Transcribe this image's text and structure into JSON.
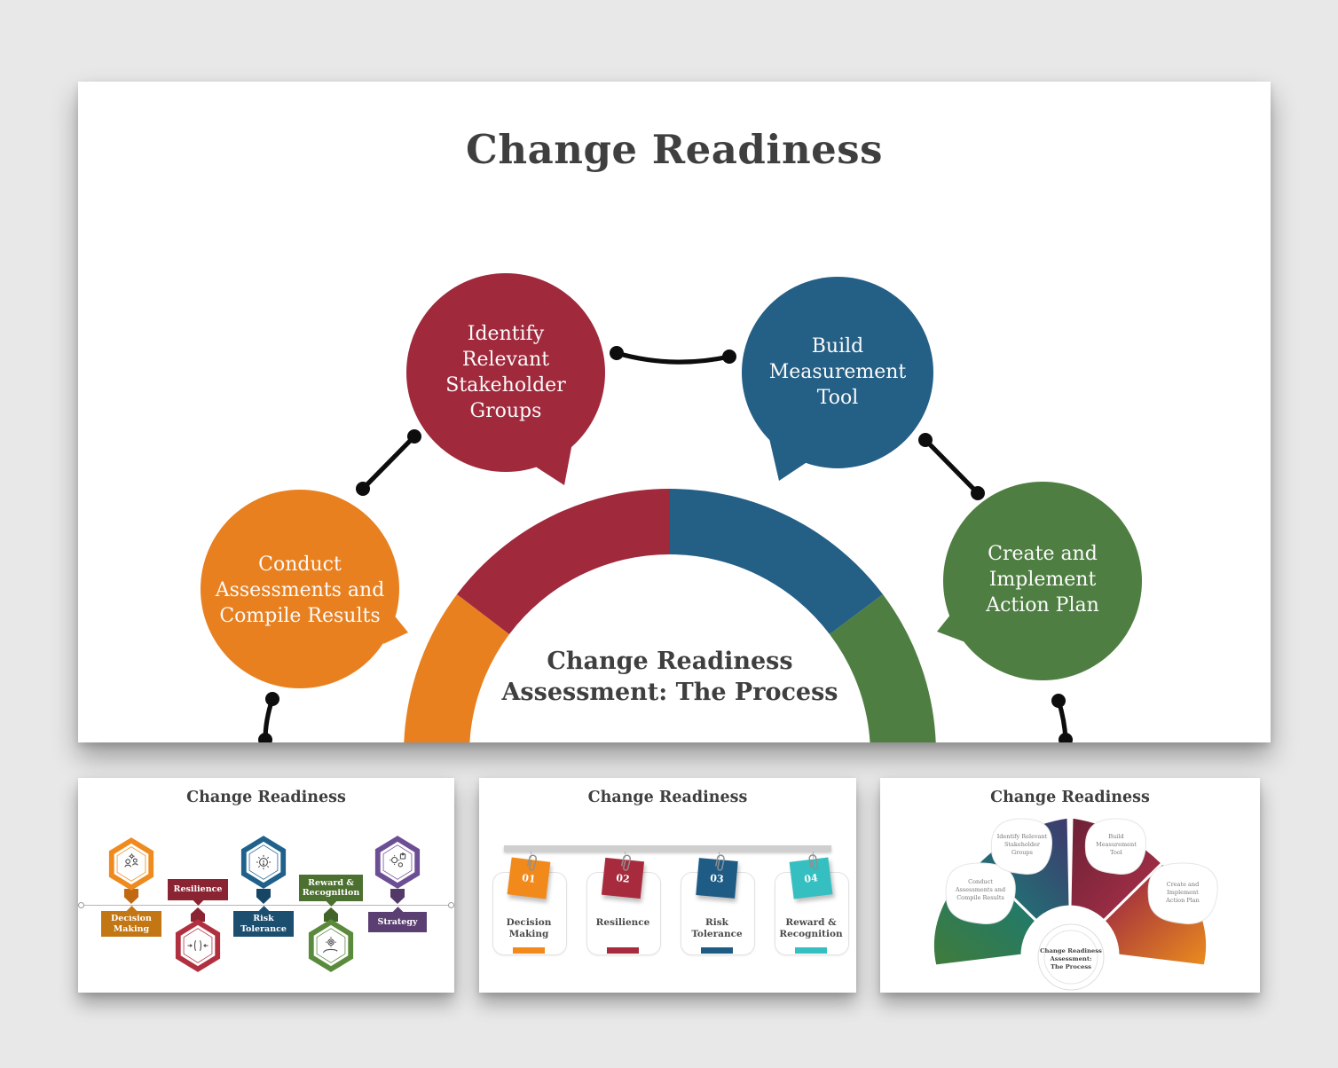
{
  "page": {
    "background": "#E8E8E8"
  },
  "palette": {
    "slide_bg": "#FFFFFF",
    "title_ink": "#3F3F3F",
    "connector_black": "#0D0D0D",
    "orange": "#E8801F",
    "maroon": "#A0293C",
    "blue": "#245F86",
    "green": "#4E7E41",
    "hex_orange": "#EE8A1E",
    "hex_orange_dark": "#C06812",
    "box_orange": "#C27614",
    "box_maroon": "#8A2332",
    "hex_maroon": "#B13040",
    "hex_blue": "#20618C",
    "hex_blue_dark": "#164566",
    "box_blue": "#1C4E70",
    "box_green": "#4C7030",
    "hex_green": "#5A8A3C",
    "hex_green_dark": "#426428",
    "hex_purple": "#6C4E95",
    "hex_purple_dark": "#523968",
    "box_purple": "#5B3F72",
    "note_orange": "#F18A1B",
    "note_red": "#A82B3D",
    "note_blue": "#1F5C85",
    "note_teal": "#35BFC0",
    "fan_gradient": [
      "#3E7B3F",
      "#1B7A72",
      "#3E3A6D",
      "#6E2136",
      "#A63048",
      "#E8891F"
    ]
  },
  "main_slide": {
    "title": "Change Readiness",
    "bubbles": {
      "stakeholders": {
        "label": "Identify\nRelevant\nStakeholder\nGroups",
        "color": "#A0293C"
      },
      "measurement": {
        "label": "Build\nMeasurement\nTool",
        "color": "#245F86"
      },
      "assessments": {
        "label": "Conduct\nAssessments and\nCompile Results",
        "color": "#E8801F"
      },
      "action_plan": {
        "label": "Create and\nImplement\nAction Plan",
        "color": "#4E7E41"
      }
    },
    "gauge": {
      "label": "Change Readiness\nAssessment: The Process",
      "segment_colors": [
        "#E8801F",
        "#A0293C",
        "#245F86",
        "#4E7E41"
      ]
    }
  },
  "thumb_hexagons": {
    "title": "Change Readiness",
    "items": [
      {
        "label": "Decision Making",
        "icon": "decision-making-icon",
        "hex_color": "#EE8A1E",
        "box_color": "#C27614",
        "hex_position": "above-line"
      },
      {
        "label": "Resilience",
        "icon": "resilience-icon",
        "hex_color": "#B13040",
        "box_color": "#8A2332",
        "hex_position": "below-line"
      },
      {
        "label": "Risk Tolerance",
        "icon": "risk-tolerance-icon",
        "hex_color": "#20618C",
        "box_color": "#1C4E70",
        "hex_position": "above-line"
      },
      {
        "label": "Reward & Recognition",
        "icon": "reward-recognition-icon",
        "hex_color": "#5A8A3C",
        "box_color": "#4C7030",
        "hex_position": "below-line"
      },
      {
        "label": "Strategy",
        "icon": "strategy-icon",
        "hex_color": "#6C4E95",
        "box_color": "#5B3F72",
        "hex_position": "above-line"
      }
    ]
  },
  "thumb_notes": {
    "title": "Change Readiness",
    "cards": [
      {
        "number": "01",
        "label": "Decision\nMaking",
        "color": "#F18A1B"
      },
      {
        "number": "02",
        "label": "Resilience",
        "color": "#A82B3D"
      },
      {
        "number": "03",
        "label": "Risk\nTolerance",
        "color": "#1F5C85"
      },
      {
        "number": "04",
        "label": "Reward &\nRecognition",
        "color": "#35BFC0"
      }
    ]
  },
  "thumb_fan": {
    "title": "Change Readiness",
    "labels": {
      "assessments": "Conduct\nAssessments and\nCompile Results",
      "stakeholders": "Identify Relevant\nStakeholder\nGroups",
      "measurement": "Build\nMeasurement\nTool",
      "action_plan": "Create and\nImplement\nAction Plan",
      "center": "Change Readiness\nAssessment:\nThe Process"
    }
  }
}
